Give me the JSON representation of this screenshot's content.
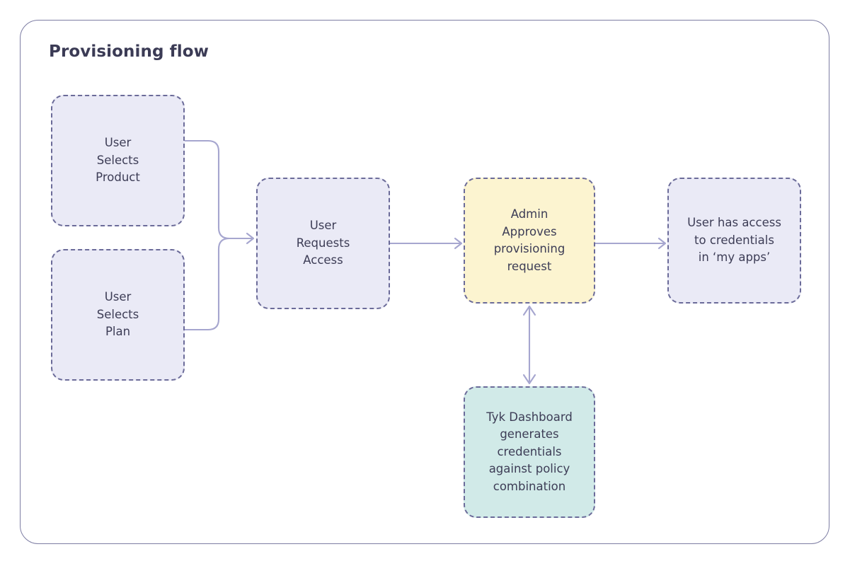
{
  "diagram": {
    "title": "Provisioning flow",
    "type": "flowchart",
    "colors": {
      "frame_border": "#7d7da3",
      "node_border": "#6b6b99",
      "node_fill_lavender": "#eaeaf6",
      "node_fill_yellow": "#fcf4d0",
      "node_fill_teal": "#d1eae8",
      "text": "#3d3d56",
      "connector": "#a6a6cf",
      "background": "#ffffff"
    },
    "nodes": [
      {
        "id": "user-selects-product",
        "label": "User\nSelects\nProduct",
        "fill": "lavender"
      },
      {
        "id": "user-selects-plan",
        "label": "User\nSelects\nPlan",
        "fill": "lavender"
      },
      {
        "id": "user-requests-access",
        "label": "User\nRequests\nAccess",
        "fill": "lavender"
      },
      {
        "id": "admin-approves",
        "label": "Admin\nApproves\nprovisioning\nrequest",
        "fill": "yellow"
      },
      {
        "id": "user-has-access",
        "label": "User has access\nto credentials\nin ‘my apps’",
        "fill": "lavender"
      },
      {
        "id": "tyk-dashboard",
        "label": "Tyk Dashboard\ngenerates\ncredentials\nagainst policy\ncombination",
        "fill": "teal"
      }
    ],
    "edges": [
      {
        "id": "edge-product-to-requests",
        "from": "user-selects-product",
        "to": "user-requests-access",
        "style": "elbow",
        "arrowheads": "end"
      },
      {
        "id": "edge-plan-to-requests",
        "from": "user-selects-plan",
        "to": "user-requests-access",
        "style": "elbow",
        "arrowheads": "end"
      },
      {
        "id": "edge-requests-to-admin",
        "from": "user-requests-access",
        "to": "admin-approves",
        "style": "straight",
        "arrowheads": "end"
      },
      {
        "id": "edge-admin-to-access",
        "from": "admin-approves",
        "to": "user-has-access",
        "style": "straight",
        "arrowheads": "end"
      },
      {
        "id": "edge-admin-tyk",
        "from": "admin-approves",
        "to": "tyk-dashboard",
        "style": "straight",
        "arrowheads": "both"
      }
    ]
  }
}
